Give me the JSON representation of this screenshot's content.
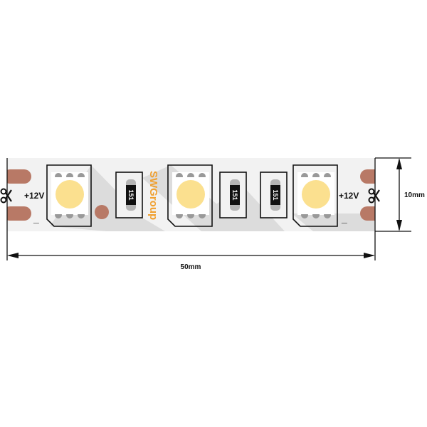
{
  "labels": {
    "voltage_left": "+12V",
    "voltage_right": "+12V",
    "minus_left": "_",
    "minus_right": "_",
    "length": "50mm",
    "width": "10mm",
    "brand": "SWGroup",
    "resistor_code": "151"
  },
  "colors": {
    "strip": "#f2f2f2",
    "shadow": "#dcdcdc",
    "pad": "#b87966",
    "led": "#fbe08f",
    "brand": "#f0a030",
    "line": "#111111"
  },
  "icons": [
    "scissors-icon",
    "arrow-icon"
  ]
}
